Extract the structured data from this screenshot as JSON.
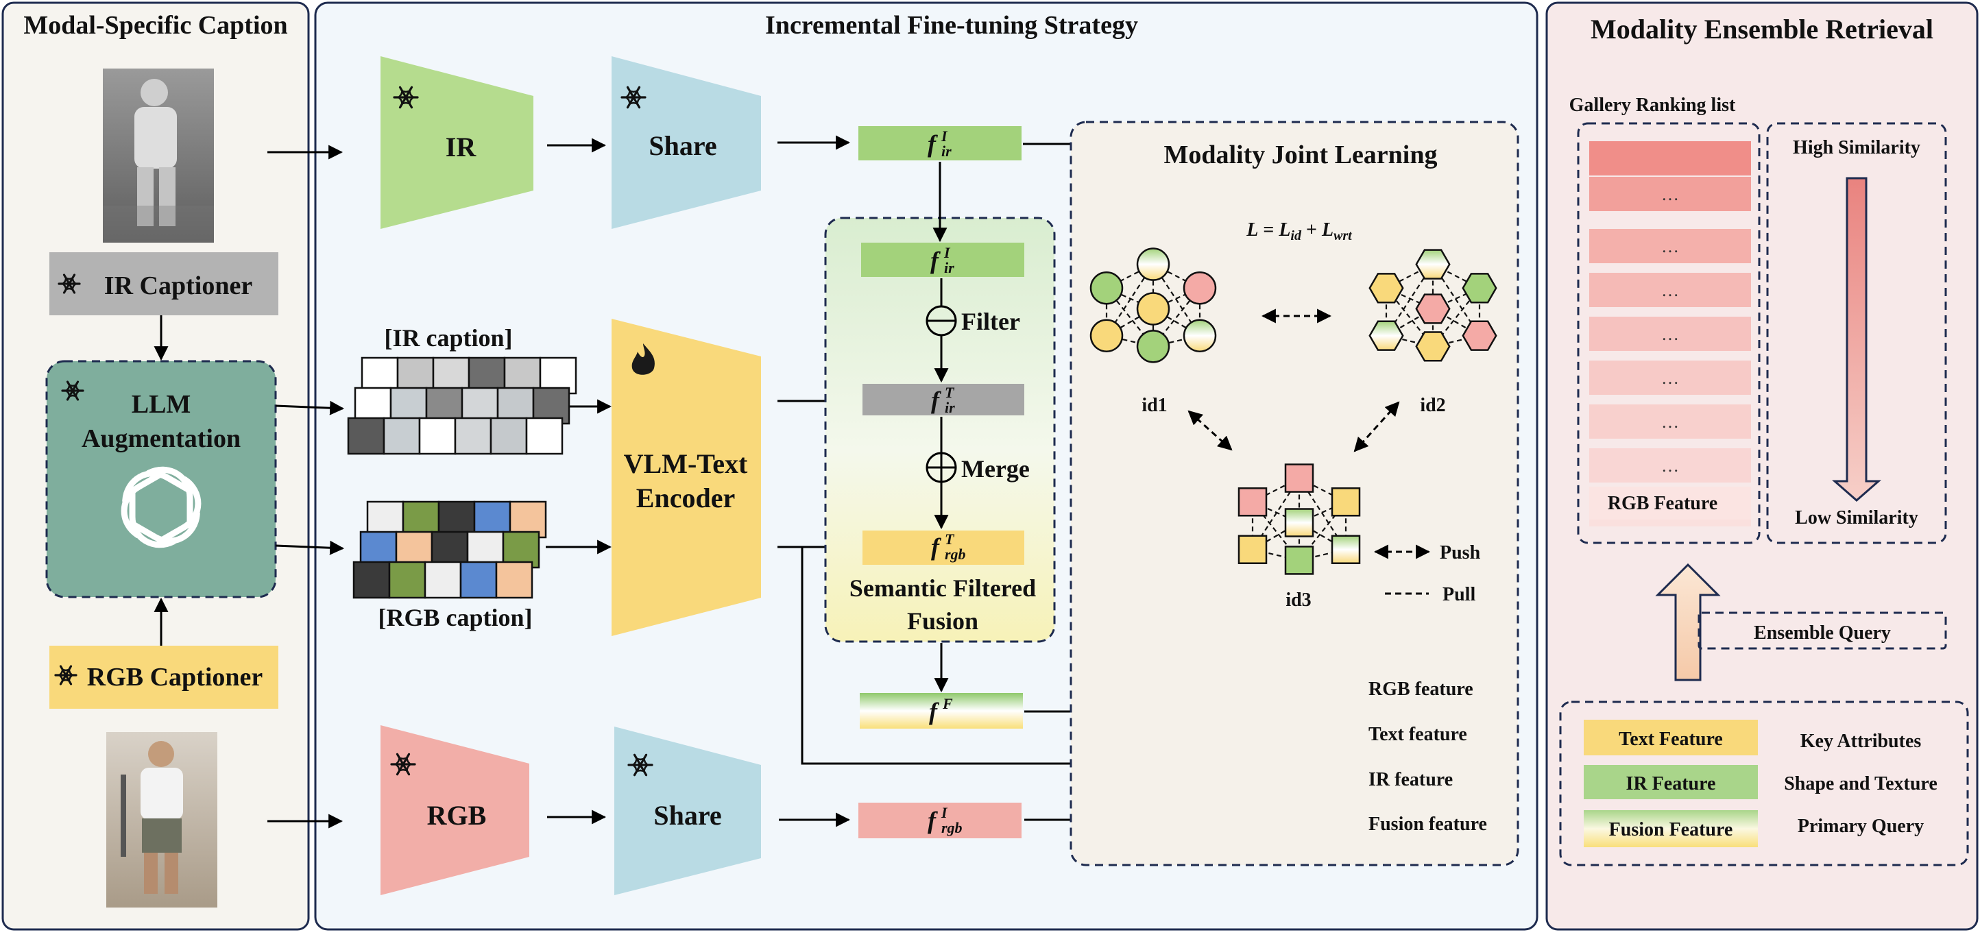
{
  "panels": {
    "left_title": "Modal-Specific Caption",
    "middle_title": "Incremental Fine-tuning Strategy",
    "right_title": "Modality Ensemble Retrieval"
  },
  "left": {
    "ir_captioner": "IR Captioner",
    "llm_line1": "LLM",
    "llm_line2": "Augmentation",
    "rgb_captioner": "RGB Captioner"
  },
  "middle": {
    "ir_encoder": "IR",
    "share_top": "Share",
    "rgb_encoder": "RGB",
    "share_bottom": "Share",
    "ir_caption": "[IR caption]",
    "rgb_caption": "[RGB caption]",
    "vlm_line1": "VLM-Text",
    "vlm_line2": "Encoder",
    "filter": "Filter",
    "merge": "Merge",
    "fusion_line1": "Semantic Filtered",
    "fusion_line2": "Fusion",
    "feat_f_ir_I": {
      "base": "f",
      "sup": "I",
      "sub": "ir"
    },
    "feat_f_ir_T": {
      "base": "f",
      "sup": "T",
      "sub": "ir"
    },
    "feat_f_rgb_T": {
      "base": "f",
      "sup": "T",
      "sub": "rgb"
    },
    "feat_f_F": {
      "base": "f",
      "sup": "F",
      "sub": ""
    },
    "feat_f_rgb_I": {
      "base": "f",
      "sup": "I",
      "sub": "rgb"
    }
  },
  "joint": {
    "title": "Modality Joint Learning",
    "loss": {
      "lhs": "L",
      "eq": " = ",
      "t1": "L",
      "t1sub": "id",
      "plus": " + ",
      "t2": "L",
      "t2sub": "wrt"
    },
    "id1": "id1",
    "id2": "id2",
    "id3": "id3",
    "push": "Push",
    "pull": "Pull",
    "legend": [
      {
        "label": "RGB feature",
        "fill": "#f4aaa6"
      },
      {
        "label": "Text feature",
        "fill": "#f9d97b"
      },
      {
        "label": "IR feature",
        "fill": "#a3d27b"
      },
      {
        "label": "Fusion feature",
        "fill": "gradient"
      }
    ]
  },
  "right": {
    "gallery_title": "Gallery Ranking list",
    "ellipsis": "…",
    "rgb_feature": "RGB Feature",
    "high_similarity": "High Similarity",
    "low_similarity": "Low Similarity",
    "ensemble_query": "Ensemble Query",
    "query_table": [
      {
        "feature": "Text Feature",
        "desc": "Key Attributes"
      },
      {
        "feature": "IR Feature",
        "desc": "Shape and Texture"
      },
      {
        "feature": "Fusion Feature",
        "desc": "Primary Query"
      }
    ]
  },
  "colors": {
    "ir_green": "#b5dc8e",
    "share_blue": "#b9dbe4",
    "rgb_pink": "#f2aea8",
    "vlm_yellow": "#f9d97b",
    "llm_teal": "#7fae9d",
    "caption_gray": "#b3b3b3",
    "feature_gray": "#a6a6a6",
    "panel_left_bg": "#f6f4ef",
    "panel_mid_bg": "#f2f7fb",
    "panel_right_bg": "#f7e9e9",
    "border_navy": "#1e2b4f"
  }
}
